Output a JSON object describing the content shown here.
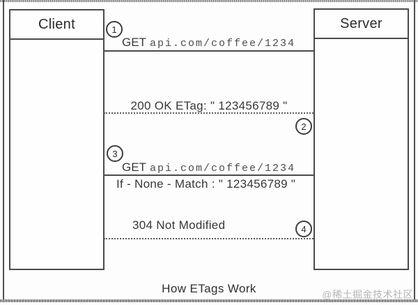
{
  "diagram": {
    "title": "How ETags Work",
    "watermark": "@稀土掘金技术社区",
    "actors": [
      {
        "name": "Client"
      },
      {
        "name": "Server"
      }
    ],
    "messages": [
      {
        "step": "1",
        "method": "GET",
        "url": "api.com/coffee/1234",
        "direction": "client-to-server",
        "line": "solid"
      },
      {
        "step": "2",
        "text": "200 OK ETag: \" 123456789 \"",
        "direction": "server-to-client",
        "line": "dotted"
      },
      {
        "step": "3",
        "method": "GET",
        "url": "api.com/coffee/1234",
        "header": "If - None - Match : \" 123456789 \"",
        "direction": "client-to-server",
        "line": "solid"
      },
      {
        "step": "4",
        "text": "304 Not Modified",
        "direction": "server-to-client",
        "line": "dotted"
      }
    ],
    "colors": {
      "line": "#4a4a4a",
      "text": "#333333",
      "mono_text": "#4d4d4d",
      "watermark": "#b5b5b5"
    }
  }
}
